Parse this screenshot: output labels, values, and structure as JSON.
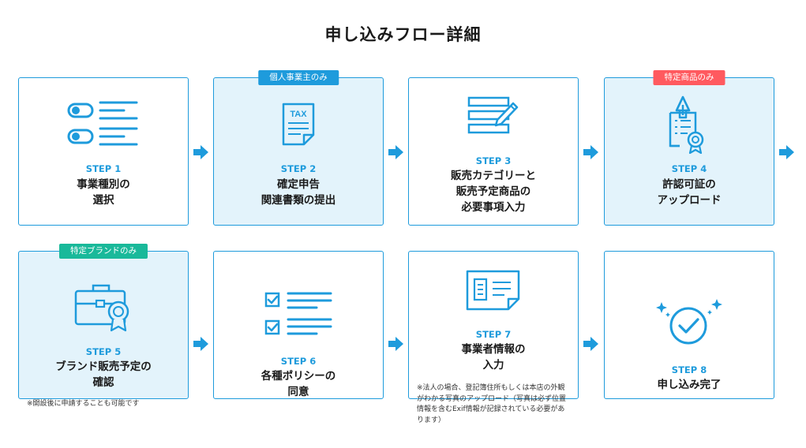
{
  "title": "申し込みフロー詳細",
  "colors": {
    "accent": "#1e9bdc",
    "highlight_bg": "#e3f3fb",
    "tag_blue": "#1e9bdc",
    "tag_red": "#ff5a5f",
    "tag_green": "#19b99a"
  },
  "steps": [
    {
      "step": "STEP 1",
      "label_lines": [
        "事業種別の",
        "選択"
      ],
      "icon": "toggle-list-icon"
    },
    {
      "step": "STEP 2",
      "label_lines": [
        "確定申告",
        "関連書類の提出"
      ],
      "tag": "個人事業主のみ",
      "icon": "tax-document-icon"
    },
    {
      "step": "STEP 3",
      "label_lines": [
        "販売カテゴリーと",
        "販売予定商品の",
        "必要事項入力"
      ],
      "icon": "form-pen-icon"
    },
    {
      "step": "STEP 4",
      "label_lines": [
        "許認可証の",
        "アップロード"
      ],
      "tag": "特定商品のみ",
      "icon": "certificate-upload-icon"
    },
    {
      "step": "STEP 5",
      "label_lines": [
        "ブランド販売予定の",
        "確認"
      ],
      "tag": "特定ブランドのみ",
      "icon": "briefcase-badge-icon",
      "note": "※開設後に申請することも可能です"
    },
    {
      "step": "STEP 6",
      "label_lines": [
        "各種ポリシーの",
        "同意"
      ],
      "icon": "checklist-icon"
    },
    {
      "step": "STEP 7",
      "label_lines": [
        "事業者情報の",
        "入力"
      ],
      "icon": "id-document-icon",
      "note": "※法人の場合、登記簿住所もしくは本店の外観がわかる写真のアップロード（写真は必ず位置情報を含むExif情報が記録されている必要があります）"
    },
    {
      "step": "STEP 8",
      "label_lines": [
        "申し込み完了"
      ],
      "icon": "check-sparkle-icon"
    }
  ]
}
